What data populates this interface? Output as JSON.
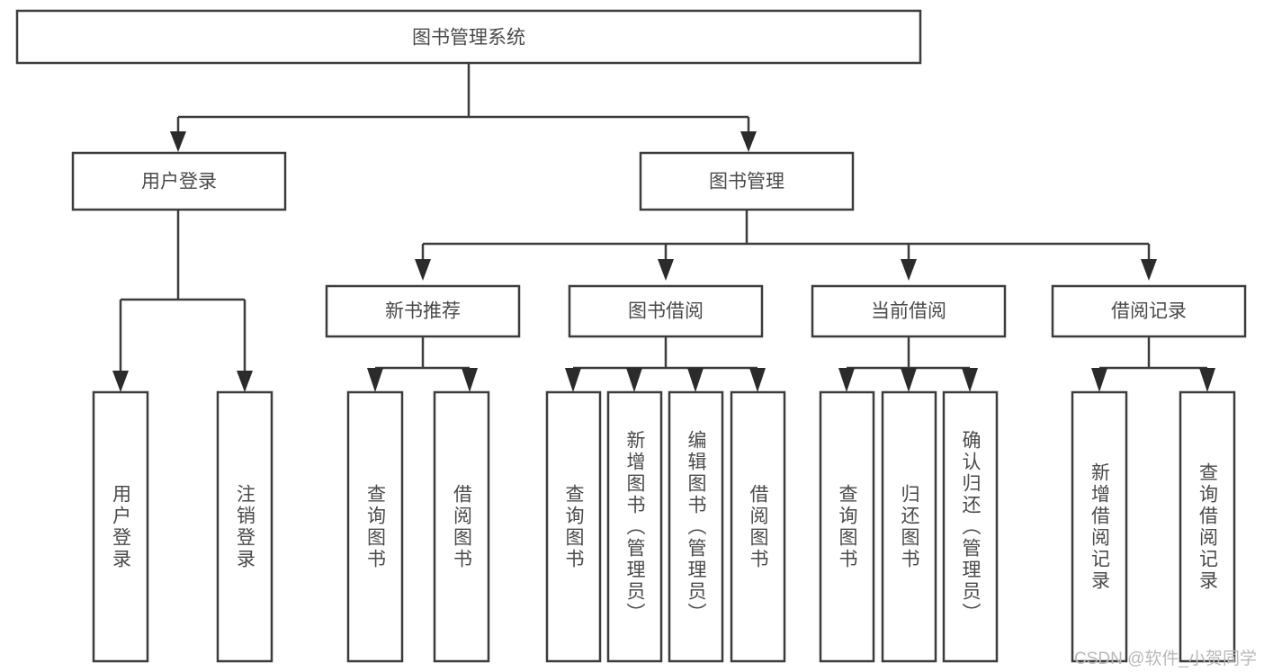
{
  "diagram": {
    "type": "tree-hierarchy",
    "title": "图书管理系统",
    "root": {
      "id": "root",
      "label": "图书管理系统",
      "level": 0
    },
    "level1": [
      {
        "id": "user-login",
        "label": "用户登录"
      },
      {
        "id": "book-manage",
        "label": "图书管理"
      }
    ],
    "level2": [
      {
        "id": "new-book-recommend",
        "label": "新书推荐",
        "parent": "book-manage"
      },
      {
        "id": "book-borrow",
        "label": "图书借阅",
        "parent": "book-manage"
      },
      {
        "id": "current-borrow",
        "label": "当前借阅",
        "parent": "book-manage"
      },
      {
        "id": "borrow-record",
        "label": "借阅记录",
        "parent": "book-manage"
      }
    ],
    "leaves": [
      {
        "id": "leaf-user-login",
        "label": "用户登录",
        "parent": "user-login"
      },
      {
        "id": "leaf-logout",
        "label": "注销登录",
        "parent": "user-login"
      },
      {
        "id": "leaf-query-book-1",
        "label": "查询图书",
        "parent": "new-book-recommend"
      },
      {
        "id": "leaf-borrow-book-1",
        "label": "借阅图书",
        "parent": "new-book-recommend"
      },
      {
        "id": "leaf-query-book-2",
        "label": "查询图书",
        "parent": "book-borrow"
      },
      {
        "id": "leaf-add-book",
        "label": "新增图书（管理员）",
        "parent": "book-borrow"
      },
      {
        "id": "leaf-edit-book",
        "label": "编辑图书（管理员）",
        "parent": "book-borrow"
      },
      {
        "id": "leaf-borrow-book-2",
        "label": "借阅图书",
        "parent": "book-borrow"
      },
      {
        "id": "leaf-query-book-3",
        "label": "查询图书",
        "parent": "current-borrow"
      },
      {
        "id": "leaf-return-book",
        "label": "归还图书",
        "parent": "current-borrow"
      },
      {
        "id": "leaf-confirm-return",
        "label": "确认归还（管理员）",
        "parent": "current-borrow"
      },
      {
        "id": "leaf-add-record",
        "label": "新增借阅记录",
        "parent": "borrow-record"
      },
      {
        "id": "leaf-query-record",
        "label": "查询借阅记录",
        "parent": "borrow-record"
      }
    ]
  },
  "watermark": {
    "text": "CSDN @软件_小贺同学"
  },
  "colors": {
    "box_stroke": "#3c3c3c",
    "connector": "#3c3c3c",
    "text": "#4a4a4a",
    "background": "#ffffff",
    "watermark": "#b9b9b9"
  }
}
